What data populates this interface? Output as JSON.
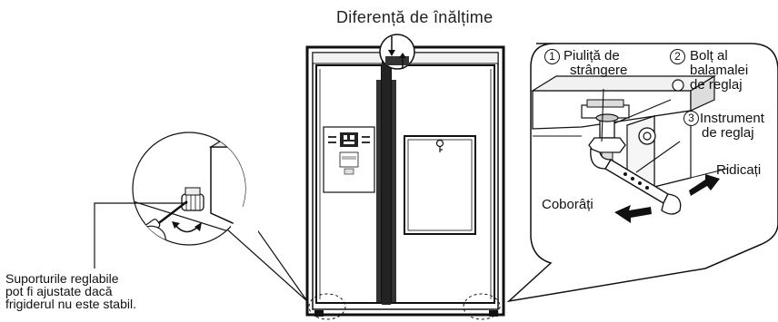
{
  "title": "Diferență de înălțime",
  "left_note": {
    "lines": [
      "Suporturile reglabile",
      "pot fi ajustate dacă",
      "frigiderul nu este stabil."
    ]
  },
  "callouts": {
    "one_num": "1",
    "one_lines": [
      "Piuliță de",
      "strângere"
    ],
    "two_num": "2",
    "two_lines": [
      "Bolț al",
      "balamalei",
      "de reglaj"
    ],
    "three_num": "3",
    "three_lines": [
      "Instrument",
      "de reglaj"
    ]
  },
  "actions": {
    "lower": "Coborâți",
    "raise": "Ridicați"
  },
  "colors": {
    "line": "#111111",
    "fridge_body": "#1a1a1a",
    "panel": "#ffffff"
  },
  "icons": [
    "height-difference-arrows-icon",
    "lock-icon",
    "curved-double-arrow-icon",
    "wrench-icon",
    "arrow-left-icon",
    "arrow-right-icon"
  ]
}
